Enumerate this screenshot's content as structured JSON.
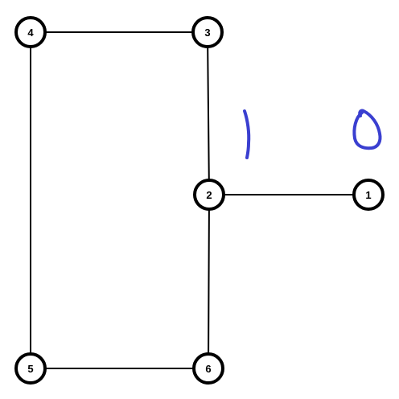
{
  "diagram": {
    "type": "graph",
    "nodes": [
      {
        "id": "1",
        "label": "1"
      },
      {
        "id": "2",
        "label": "2"
      },
      {
        "id": "3",
        "label": "3"
      },
      {
        "id": "4",
        "label": "4"
      },
      {
        "id": "5",
        "label": "5"
      },
      {
        "id": "6",
        "label": "6"
      }
    ],
    "edges": [
      {
        "from": "4",
        "to": "3"
      },
      {
        "from": "3",
        "to": "2"
      },
      {
        "from": "2",
        "to": "1"
      },
      {
        "from": "2",
        "to": "6"
      },
      {
        "from": "6",
        "to": "5"
      },
      {
        "from": "5",
        "to": "4"
      }
    ],
    "handwritten_marks": [
      {
        "id": "mark-one",
        "text": "1",
        "color": "#3a3fd0"
      },
      {
        "id": "mark-zero",
        "text": "0",
        "color": "#3a3fd0"
      }
    ]
  },
  "colors": {
    "edge": "#000000",
    "node_stroke": "#000000",
    "node_fill": "#ffffff",
    "ink": "#3a3fd0"
  }
}
